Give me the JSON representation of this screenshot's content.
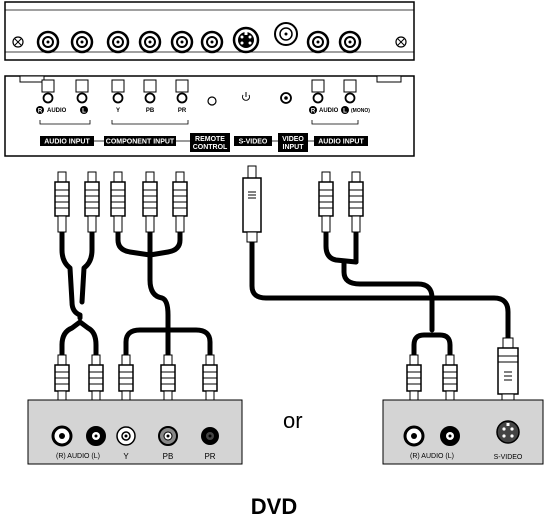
{
  "tv_panel": {
    "labels": {
      "audio_input_left": "AUDIO INPUT",
      "component_input": "COMPONENT INPUT",
      "remote_control_1": "REMOTE",
      "remote_control_2": "CONTROL",
      "s_video": "S-VIDEO",
      "video_input_1": "VIDEO",
      "video_input_2": "INPUT",
      "audio_input_right": "AUDIO INPUT",
      "audio_r_left": "R",
      "audio_text_left": "AUDIO",
      "audio_l_left": "L",
      "audio_r_right": "R",
      "audio_text_right": "AUDIO",
      "audio_l_right": "L",
      "mono": "(MONO)",
      "jack_y": "Y",
      "jack_pb": "PB",
      "jack_pr": "PR"
    }
  },
  "or_label": "or",
  "device_title": "DVD",
  "left_device": {
    "audio_label": "(R) AUDIO (L)",
    "y_label": "Y",
    "pb_label": "PB",
    "pr_label": "PR"
  },
  "right_device": {
    "audio_label": "(R) AUDIO (L)",
    "svideo_label": "S-VIDEO"
  },
  "colors": {
    "device_fill": "#d4d4d4",
    "panel_fill": "#ffffff",
    "label_box": "#000000"
  }
}
